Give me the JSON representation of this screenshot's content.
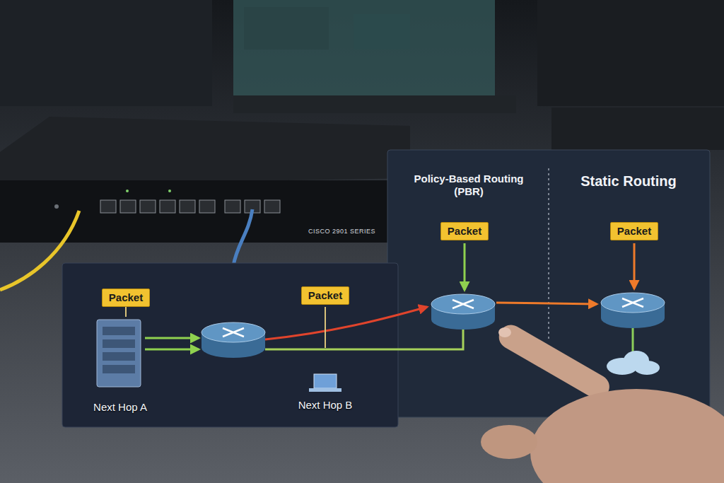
{
  "diagram": {
    "nodes": [
      {
        "text": [
          "Policy-Based Routing (PBR)"
        ]
      },
      {
        "text": [
          "Packet"
        ],
        "in": 0
      },
      {
        "text": [
          "Static Routing"
        ]
      },
      {
        "text": [
          "Packet"
        ],
        "in": 2
      },
      {
        "text": [
          "Packet"
        ]
      },
      {
        "text": [
          "Next Hop A"
        ]
      },
      {
        "text": [
          "Packet"
        ]
      },
      {
        "text": [
          "Next Hop B"
        ]
      }
    ],
    "edges": [
      {
        "from": 4,
        "to": 5,
        "arrow": "none"
      }
    ],
    "labels": [
      "CISCO 2901 SERIES"
    ]
  }
}
